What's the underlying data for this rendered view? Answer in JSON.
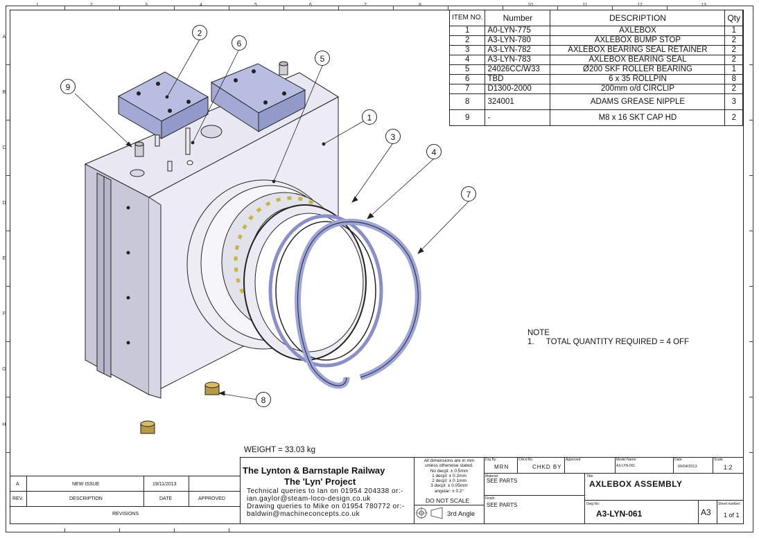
{
  "zones": {
    "top": [
      "1",
      "2",
      "3",
      "4",
      "5",
      "6",
      "7",
      "8",
      "10",
      "11",
      "12",
      "13"
    ],
    "left": [
      "A",
      "B",
      "C",
      "D",
      "E",
      "F",
      "G",
      "H"
    ]
  },
  "bom": {
    "headers": {
      "item": "ITEM NO.",
      "number": "Number",
      "description": "DESCRIPTION",
      "qty": "Qty"
    },
    "rows": [
      {
        "item": "1",
        "number": "A0-LYN-775",
        "description": "AXLEBOX",
        "qty": "1"
      },
      {
        "item": "2",
        "number": "A3-LYN-780",
        "description": "AXLEBOX BUMP STOP",
        "qty": "2"
      },
      {
        "item": "3",
        "number": "A3-LYN-782",
        "description": "AXLEBOX BEARING SEAL RETAINER",
        "qty": "2"
      },
      {
        "item": "4",
        "number": "A3-LYN-783",
        "description": "AXLEBOX BEARING SEAL",
        "qty": "2"
      },
      {
        "item": "5",
        "number": "24026CC/W33",
        "description": "Ø200 SKF ROLLER BEARING",
        "qty": "1"
      },
      {
        "item": "6",
        "number": "TBD",
        "description": "6 x 35 ROLLPIN",
        "qty": "8"
      },
      {
        "item": "7",
        "number": "D1300-2000",
        "description": "200mm o/d CIRCLIP",
        "qty": "2"
      },
      {
        "item": "8",
        "number": "324001",
        "description": "ADAMS GREASE NIPPLE",
        "qty": "3"
      },
      {
        "item": "9",
        "number": "-",
        "description": "M8 x 16 SKT CAP HD",
        "qty": "2"
      }
    ]
  },
  "balloons": [
    "1",
    "2",
    "3",
    "4",
    "5",
    "6",
    "7",
    "8",
    "9"
  ],
  "note": {
    "title": "NOTE",
    "line1_num": "1.",
    "line1_text": "TOTAL QUANTITY REQUIRED = 4 OFF"
  },
  "weight": "WEIGHT = 33.03 kg",
  "title_block": {
    "company_line1": "The Lynton & Barnstaple Railway",
    "company_line2": "The 'Lyn' Project",
    "contact1": "Technical queries to Ian on 01954 204338 or:-",
    "contact2": "ian.gaylor@steam-loco-design.co.uk",
    "contact3": "Drawing queries to Mike on 01954 780772 or:-",
    "contact4": "baldwin@machineconcepts.co.uk",
    "dims1": "All dimensions are in mm",
    "dims2": "unless otherwise stated.",
    "dims3": "No decpl: ± 0.5mm",
    "dims4": "1 decpl: ± 0.2mm",
    "dims5": "2 decpl: ± 0.1mm",
    "dims6": "3 decpl: ± 0.05mm",
    "dims7": "angular: ± 0.2°",
    "do_not_scale": "DO NOT SCALE",
    "projection": "3rd Angle",
    "drg_by_label": "Drg By:",
    "drg_by": "MRN",
    "chkd_by_label": "Chk'd By:",
    "chkd_by": "CHKD BY",
    "approved_label": "Approved",
    "model_name_label": "Model Name:",
    "model_name": "A3-LYN-061",
    "date_label": "Date:",
    "date": "09/04/2013",
    "scale_label": "Scale:",
    "scale": "1:2",
    "material_label": "Material:",
    "material": "SEE PARTS",
    "finish_label": "Finish:",
    "finish": "SEE PARTS",
    "title_label": "Title:",
    "title": "AXLEBOX ASSEMBLY",
    "dwg_no_label": "Dwg No:",
    "dwg_no": "A3-LYN-061",
    "size": "A3",
    "sheet_label": "Sheet number:",
    "sheet": "1 of 1"
  },
  "revisions": {
    "row1": {
      "rev": "A",
      "description": "NEW ISSUE",
      "date": "19/11/2013",
      "approved": ""
    },
    "headers": {
      "rev": "REV.",
      "description": "DESCRIPTION",
      "date": "DATE",
      "approved": "APPROVED"
    },
    "footer": "REVISIONS"
  }
}
